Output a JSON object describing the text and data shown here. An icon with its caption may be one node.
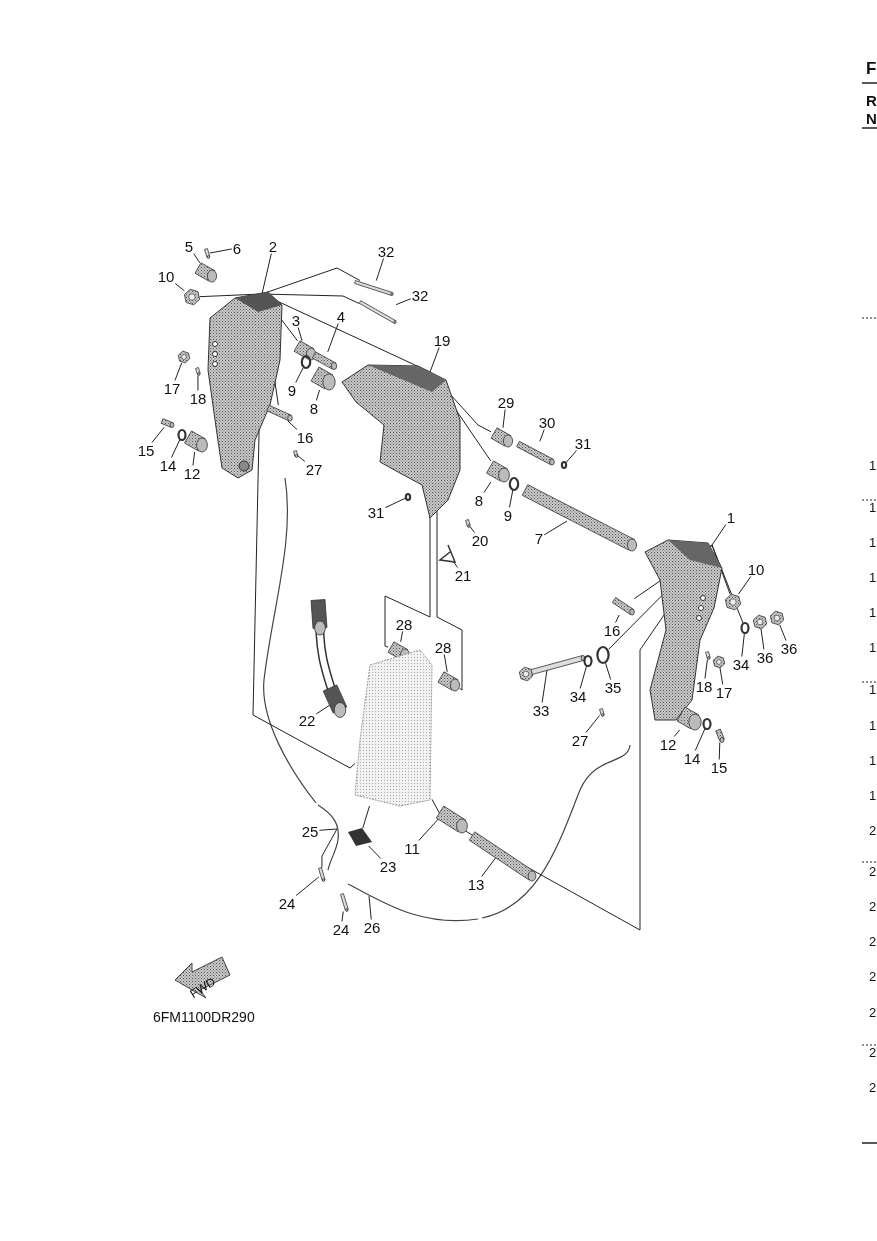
{
  "diagram": {
    "nodes": [
      {
        "text": [
          "5"
        ]
      },
      {
        "text": [
          "6"
        ]
      },
      {
        "text": [
          "2"
        ]
      },
      {
        "text": [
          "32"
        ]
      },
      {
        "text": [
          "32"
        ]
      },
      {
        "text": [
          "10"
        ]
      },
      {
        "text": [
          "3"
        ]
      },
      {
        "text": [
          "4"
        ]
      },
      {
        "text": [
          "9"
        ]
      },
      {
        "text": [
          "8"
        ]
      },
      {
        "text": [
          "17"
        ]
      },
      {
        "text": [
          "18"
        ]
      },
      {
        "text": [
          "16"
        ]
      },
      {
        "text": [
          "15"
        ]
      },
      {
        "text": [
          "14"
        ]
      },
      {
        "text": [
          "12"
        ]
      },
      {
        "text": [
          "27"
        ]
      },
      {
        "text": [
          "19"
        ]
      },
      {
        "text": [
          "29"
        ]
      },
      {
        "text": [
          "30"
        ]
      },
      {
        "text": [
          "31"
        ]
      },
      {
        "text": [
          "31"
        ]
      },
      {
        "text": [
          "8"
        ]
      },
      {
        "text": [
          "9"
        ]
      },
      {
        "text": [
          "20"
        ]
      },
      {
        "text": [
          "21"
        ]
      },
      {
        "text": [
          "7"
        ]
      },
      {
        "text": [
          "1"
        ]
      },
      {
        "text": [
          "10"
        ]
      },
      {
        "text": [
          "16"
        ]
      },
      {
        "text": [
          "34"
        ]
      },
      {
        "text": [
          "36"
        ]
      },
      {
        "text": [
          "36"
        ]
      },
      {
        "text": [
          "18"
        ]
      },
      {
        "text": [
          "17"
        ]
      },
      {
        "text": [
          "33"
        ]
      },
      {
        "text": [
          "34"
        ]
      },
      {
        "text": [
          "35"
        ]
      },
      {
        "text": [
          "27"
        ]
      },
      {
        "text": [
          "12"
        ]
      },
      {
        "text": [
          "14"
        ]
      },
      {
        "text": [
          "15"
        ]
      },
      {
        "text": [
          "22"
        ]
      },
      {
        "text": [
          "28"
        ]
      },
      {
        "text": [
          "28"
        ]
      },
      {
        "text": [
          "25"
        ]
      },
      {
        "text": [
          "23"
        ]
      },
      {
        "text": [
          "11"
        ]
      },
      {
        "text": [
          "13"
        ]
      },
      {
        "text": [
          "24"
        ]
      },
      {
        "text": [
          "24"
        ]
      },
      {
        "text": [
          "26"
        ]
      },
      {
        "text": [],
        "shape": "picture"
      },
      {
        "text": [],
        "shape": "bar"
      },
      {
        "text": [],
        "shape": "picture"
      },
      {
        "text": [],
        "shape": "bar"
      },
      {
        "text": [],
        "shape": "bar"
      },
      {
        "text": [],
        "shape": "picture"
      },
      {
        "text": [],
        "shape": "picture"
      },
      {
        "text": [],
        "shape": "bar"
      },
      {
        "text": [],
        "shape": "circle"
      },
      {
        "text": [],
        "shape": "picture"
      },
      {
        "text": [],
        "shape": "picture"
      },
      {
        "text": [],
        "shape": "bar"
      },
      {
        "text": [],
        "shape": "bar"
      },
      {
        "text": [],
        "shape": "bar"
      },
      {
        "text": [],
        "shape": "circle"
      },
      {
        "text": [],
        "shape": "picture"
      },
      {
        "text": [],
        "shape": "bar"
      },
      {
        "text": [],
        "shape": "picture"
      },
      {
        "text": [],
        "shape": "picture"
      },
      {
        "text": [],
        "shape": "bar"
      },
      {
        "text": [],
        "shape": "circle"
      },
      {
        "text": [],
        "shape": "circle"
      },
      {
        "text": [],
        "shape": "picture"
      },
      {
        "text": [],
        "shape": "circle"
      },
      {
        "text": [],
        "shape": "bar"
      },
      {
        "text": [],
        "shape": "picture"
      },
      {
        "text": [],
        "shape": "picture"
      },
      {
        "text": [],
        "shape": "picture"
      },
      {
        "text": [],
        "shape": "picture"
      },
      {
        "text": [],
        "shape": "bar"
      },
      {
        "text": [],
        "shape": "circle"
      },
      {
        "text": [],
        "shape": "picture"
      },
      {
        "text": [],
        "shape": "picture"
      },
      {
        "text": [],
        "shape": "bar"
      },
      {
        "text": [],
        "shape": "picture"
      },
      {
        "text": [],
        "shape": "bar"
      },
      {
        "text": [],
        "shape": "circle"
      },
      {
        "text": [],
        "shape": "circle"
      },
      {
        "text": [],
        "shape": "bar"
      },
      {
        "text": [],
        "shape": "picture"
      },
      {
        "text": [],
        "shape": "circle"
      },
      {
        "text": [],
        "shape": "bar"
      },
      {
        "text": [],
        "shape": "picture"
      },
      {
        "text": [],
        "shape": "picture"
      },
      {
        "text": [],
        "shape": "picture"
      },
      {
        "text": [],
        "shape": "picture"
      },
      {
        "text": [],
        "shape": "picture"
      },
      {
        "text": [],
        "shape": "picture"
      },
      {
        "text": [],
        "shape": "picture"
      },
      {
        "text": [],
        "shape": "bar"
      },
      {
        "text": [],
        "shape": "bar"
      },
      {
        "text": [],
        "shape": "picture"
      },
      {
        "text": [],
        "shape": "picture"
      }
    ],
    "edges": [
      {
        "from": 0,
        "to": 52,
        "arrow": "none"
      },
      {
        "from": 1,
        "to": 53,
        "arrow": "none"
      },
      {
        "from": 2,
        "to": 54,
        "arrow": "none"
      },
      {
        "from": 3,
        "to": 55,
        "arrow": "none"
      },
      {
        "from": 4,
        "to": 56,
        "arrow": "none"
      },
      {
        "from": 5,
        "to": 57,
        "arrow": "none"
      },
      {
        "from": 6,
        "to": 58,
        "arrow": "none"
      },
      {
        "from": 7,
        "to": 59,
        "arrow": "none"
      },
      {
        "from": 8,
        "to": 60,
        "arrow": "none"
      },
      {
        "from": 9,
        "to": 61,
        "arrow": "none"
      },
      {
        "from": 10,
        "to": 62,
        "arrow": "none"
      },
      {
        "from": 11,
        "to": 63,
        "arrow": "none"
      },
      {
        "from": 12,
        "to": 64,
        "arrow": "none"
      },
      {
        "from": 13,
        "to": 65,
        "arrow": "none"
      },
      {
        "from": 14,
        "to": 66,
        "arrow": "none"
      },
      {
        "from": 15,
        "to": 67,
        "arrow": "none"
      },
      {
        "from": 16,
        "to": 68,
        "arrow": "none"
      },
      {
        "from": 17,
        "to": 69,
        "arrow": "none"
      },
      {
        "from": 18,
        "to": 70,
        "arrow": "none"
      },
      {
        "from": 19,
        "to": 71,
        "arrow": "none"
      },
      {
        "from": 20,
        "to": 72,
        "arrow": "none"
      },
      {
        "from": 21,
        "to": 73,
        "arrow": "none"
      },
      {
        "from": 22,
        "to": 74,
        "arrow": "none"
      },
      {
        "from": 23,
        "to": 75,
        "arrow": "none"
      },
      {
        "from": 24,
        "to": 76,
        "arrow": "none"
      },
      {
        "from": 25,
        "to": 77,
        "arrow": "none"
      },
      {
        "from": 26,
        "to": 78,
        "arrow": "none"
      },
      {
        "from": 27,
        "to": 79,
        "arrow": "none"
      },
      {
        "from": 28,
        "to": 80,
        "arrow": "none"
      },
      {
        "from": 29,
        "to": 81,
        "arrow": "none"
      },
      {
        "from": 30,
        "to": 82,
        "arrow": "none"
      },
      {
        "from": 31,
        "to": 83,
        "arrow": "none"
      },
      {
        "from": 32,
        "to": 84,
        "arrow": "none"
      },
      {
        "from": 33,
        "to": 85,
        "arrow": "none"
      },
      {
        "from": 34,
        "to": 86,
        "arrow": "none"
      },
      {
        "from": 35,
        "to": 87,
        "arrow": "none"
      },
      {
        "from": 36,
        "to": 88,
        "arrow": "none"
      },
      {
        "from": 37,
        "to": 89,
        "arrow": "none"
      },
      {
        "from": 38,
        "to": 90,
        "arrow": "none"
      },
      {
        "from": 39,
        "to": 91,
        "arrow": "none"
      },
      {
        "from": 40,
        "to": 92,
        "arrow": "none"
      },
      {
        "from": 41,
        "to": 93,
        "arrow": "none"
      },
      {
        "from": 42,
        "to": 94,
        "arrow": "none"
      },
      {
        "from": 43,
        "to": 95,
        "arrow": "none"
      },
      {
        "from": 44,
        "to": 96,
        "arrow": "none"
      },
      {
        "from": 45,
        "to": 97,
        "arrow": "none"
      },
      {
        "from": 46,
        "to": 98,
        "arrow": "none"
      },
      {
        "from": 47,
        "to": 99,
        "arrow": "none"
      },
      {
        "from": 48,
        "to": 100,
        "arrow": "none"
      },
      {
        "from": 49,
        "to": 101,
        "arrow": "none"
      },
      {
        "from": 50,
        "to": 102,
        "arrow": "none"
      },
      {
        "from": 51,
        "to": 103,
        "arrow": "none"
      },
      {
        "from": 54,
        "to": 55,
        "arrow": "none"
      },
      {
        "from": 54,
        "to": 56,
        "arrow": "none"
      },
      {
        "from": 57,
        "to": 54,
        "arrow": "none"
      },
      {
        "from": 54,
        "to": 69,
        "arrow": "none"
      },
      {
        "from": 54,
        "to": 64,
        "arrow": "none"
      },
      {
        "from": 54,
        "to": 104,
        "arrow": "none"
      },
      {
        "from": 69,
        "to": 70,
        "arrow": "none"
      },
      {
        "from": 69,
        "to": 74,
        "arrow": "none"
      },
      {
        "from": 69,
        "to": 95,
        "arrow": "none"
      },
      {
        "from": 69,
        "to": 96,
        "arrow": "none"
      },
      {
        "from": 79,
        "to": 80,
        "arrow": "none"
      },
      {
        "from": 81,
        "to": 79,
        "arrow": "none"
      },
      {
        "from": 89,
        "to": 79,
        "arrow": "none"
      },
      {
        "from": 104,
        "to": 98,
        "arrow": "none"
      },
      {
        "from": 97,
        "to": 101,
        "arrow": "none"
      },
      {
        "from": 54,
        "to": 58,
        "arrow": "none"
      },
      {
        "from": 79,
        "to": 82,
        "arrow": "none"
      },
      {
        "from": 99,
        "to": 100,
        "arrow": "none"
      },
      {
        "from": 100,
        "to": 79,
        "arrow": "none"
      },
      {
        "from": 104,
        "to": 99,
        "arrow": "none"
      }
    ],
    "labels": [
      "F",
      "R",
      "N",
      "1",
      "1",
      "1",
      "1",
      "1",
      "1",
      "1",
      "1",
      "1",
      "1",
      "2",
      "2",
      "2",
      "2",
      "2",
      "2",
      "2",
      "2",
      "FWD",
      "6FM1100DR290"
    ]
  }
}
